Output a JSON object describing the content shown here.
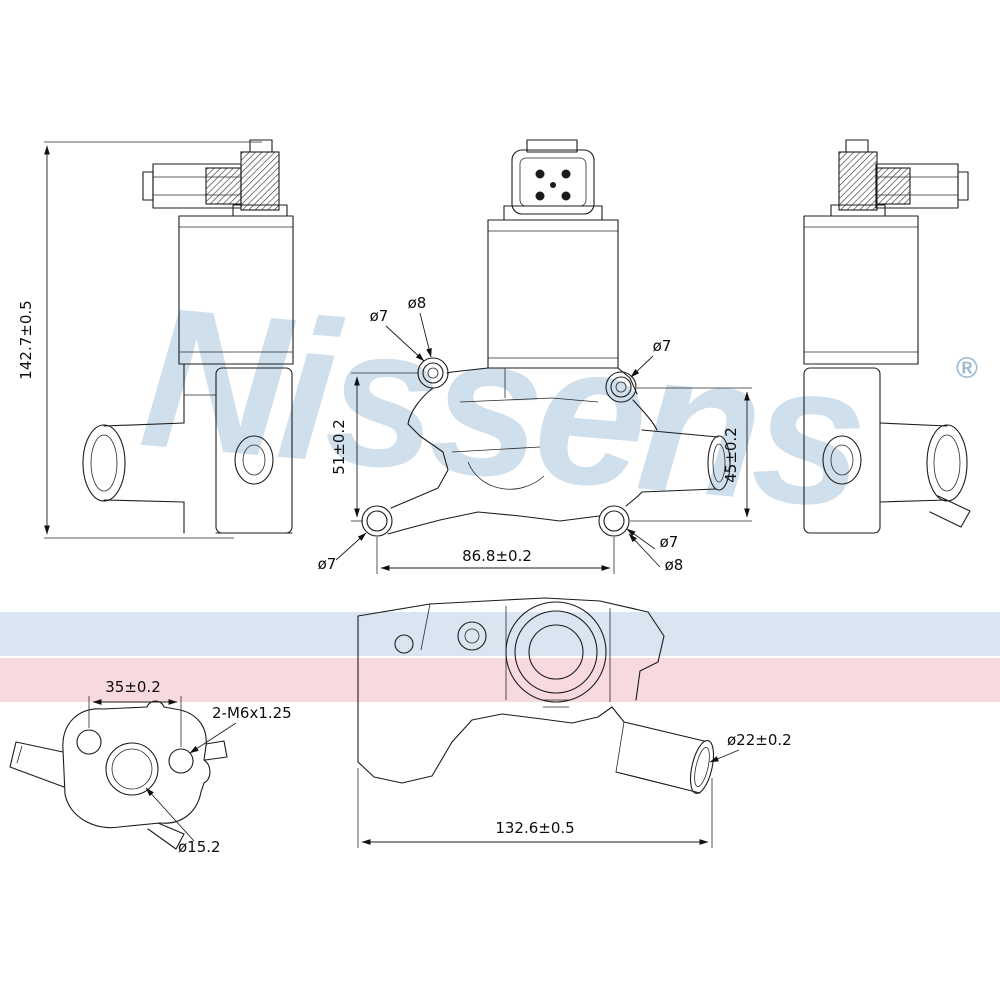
{
  "watermark": {
    "brand": "Nissens",
    "registered": "®"
  },
  "labels": {
    "side_height": "142.7±0.5",
    "front_top_left_d7": "ø7",
    "front_top_left_d8": "ø8",
    "front_top_right_d7": "ø7",
    "front_left_height": "51±0.2",
    "front_right_height": "45±0.2",
    "front_bottom_width": "86.8±0.2",
    "front_bottom_left_d7": "ø7",
    "front_bottom_right_d7": "ø7",
    "front_bottom_right_d8": "ø8",
    "flange_hole_spacing": "35±0.2",
    "flange_thread": "2-M6x1.25",
    "flange_bore": "ø15.2",
    "top_port_dia": "ø22±0.2",
    "top_overall_width": "132.6±0.5"
  },
  "colors": {
    "stripe_blue": "#cfe0ee",
    "stripe_pink": "#f6d3da",
    "watermark": "#a9c6dd",
    "line": "#1c1c1c"
  }
}
